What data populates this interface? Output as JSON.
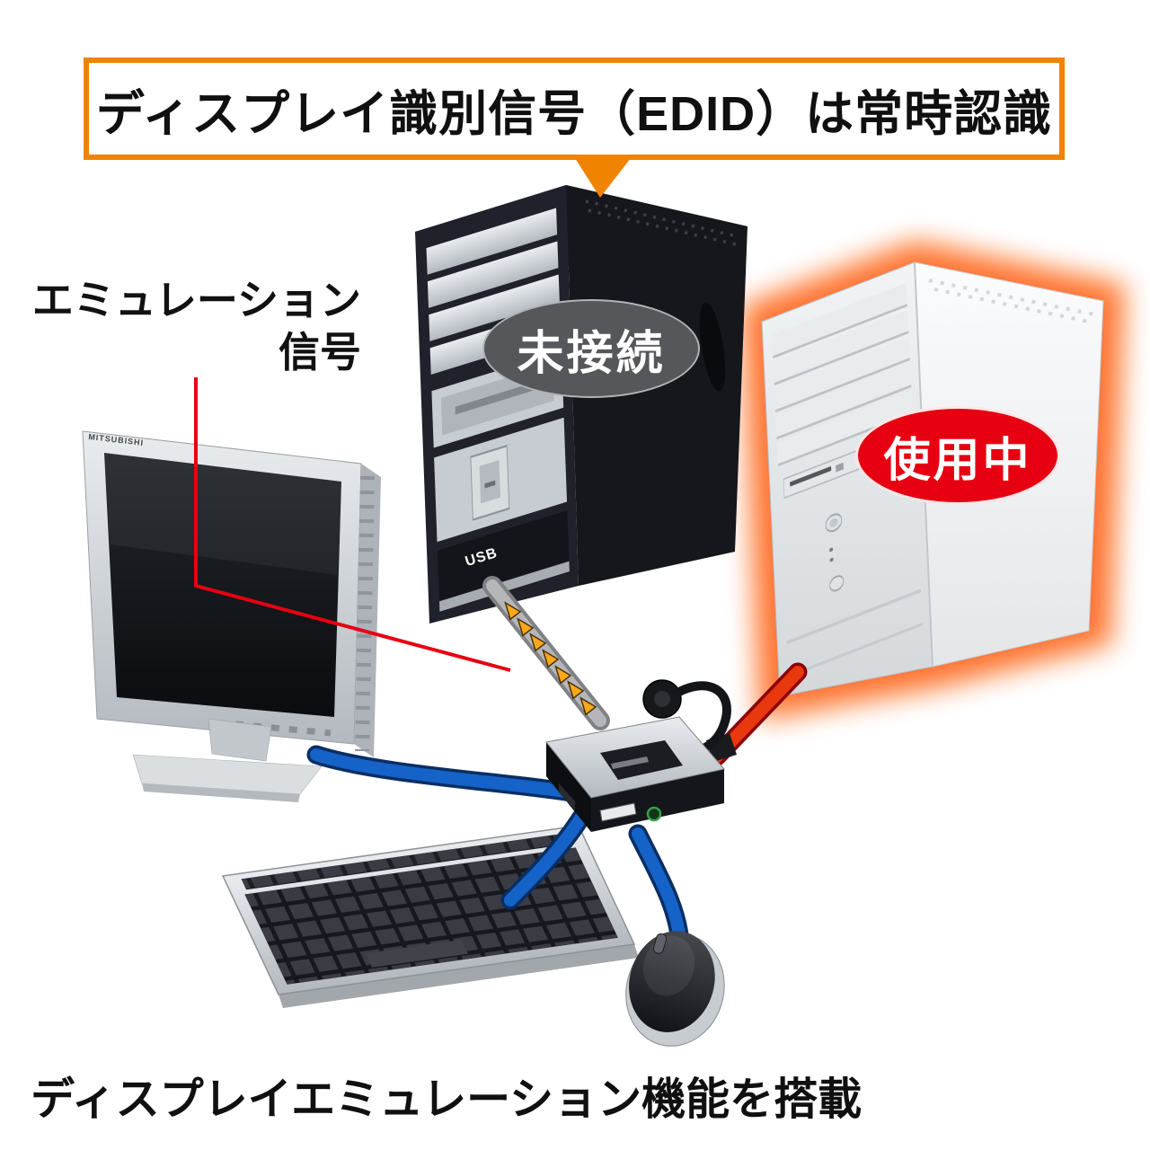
{
  "banner": {
    "title": "ディスプレイ識別信号（EDID）は常時認識"
  },
  "labels": {
    "emulation_line1": "エミュレーション",
    "emulation_line2": "信号",
    "status_not_connected": "未接続",
    "status_in_use": "使用中",
    "usb": "USB",
    "monitor_brand": "MITSUBISHI"
  },
  "caption": {
    "text": "ディスプレイエミュレーション機能を搭載"
  },
  "colors": {
    "banner_border": "#f08300",
    "status_in_use": "#e60012",
    "status_not_connected": "#56575a",
    "cable_blue": "#1563c8",
    "cable_red": "#e8380d",
    "cable_gray": "#b4b6ba",
    "arrow_orange": "#f8a81b",
    "glow_red": "#ff4500"
  }
}
